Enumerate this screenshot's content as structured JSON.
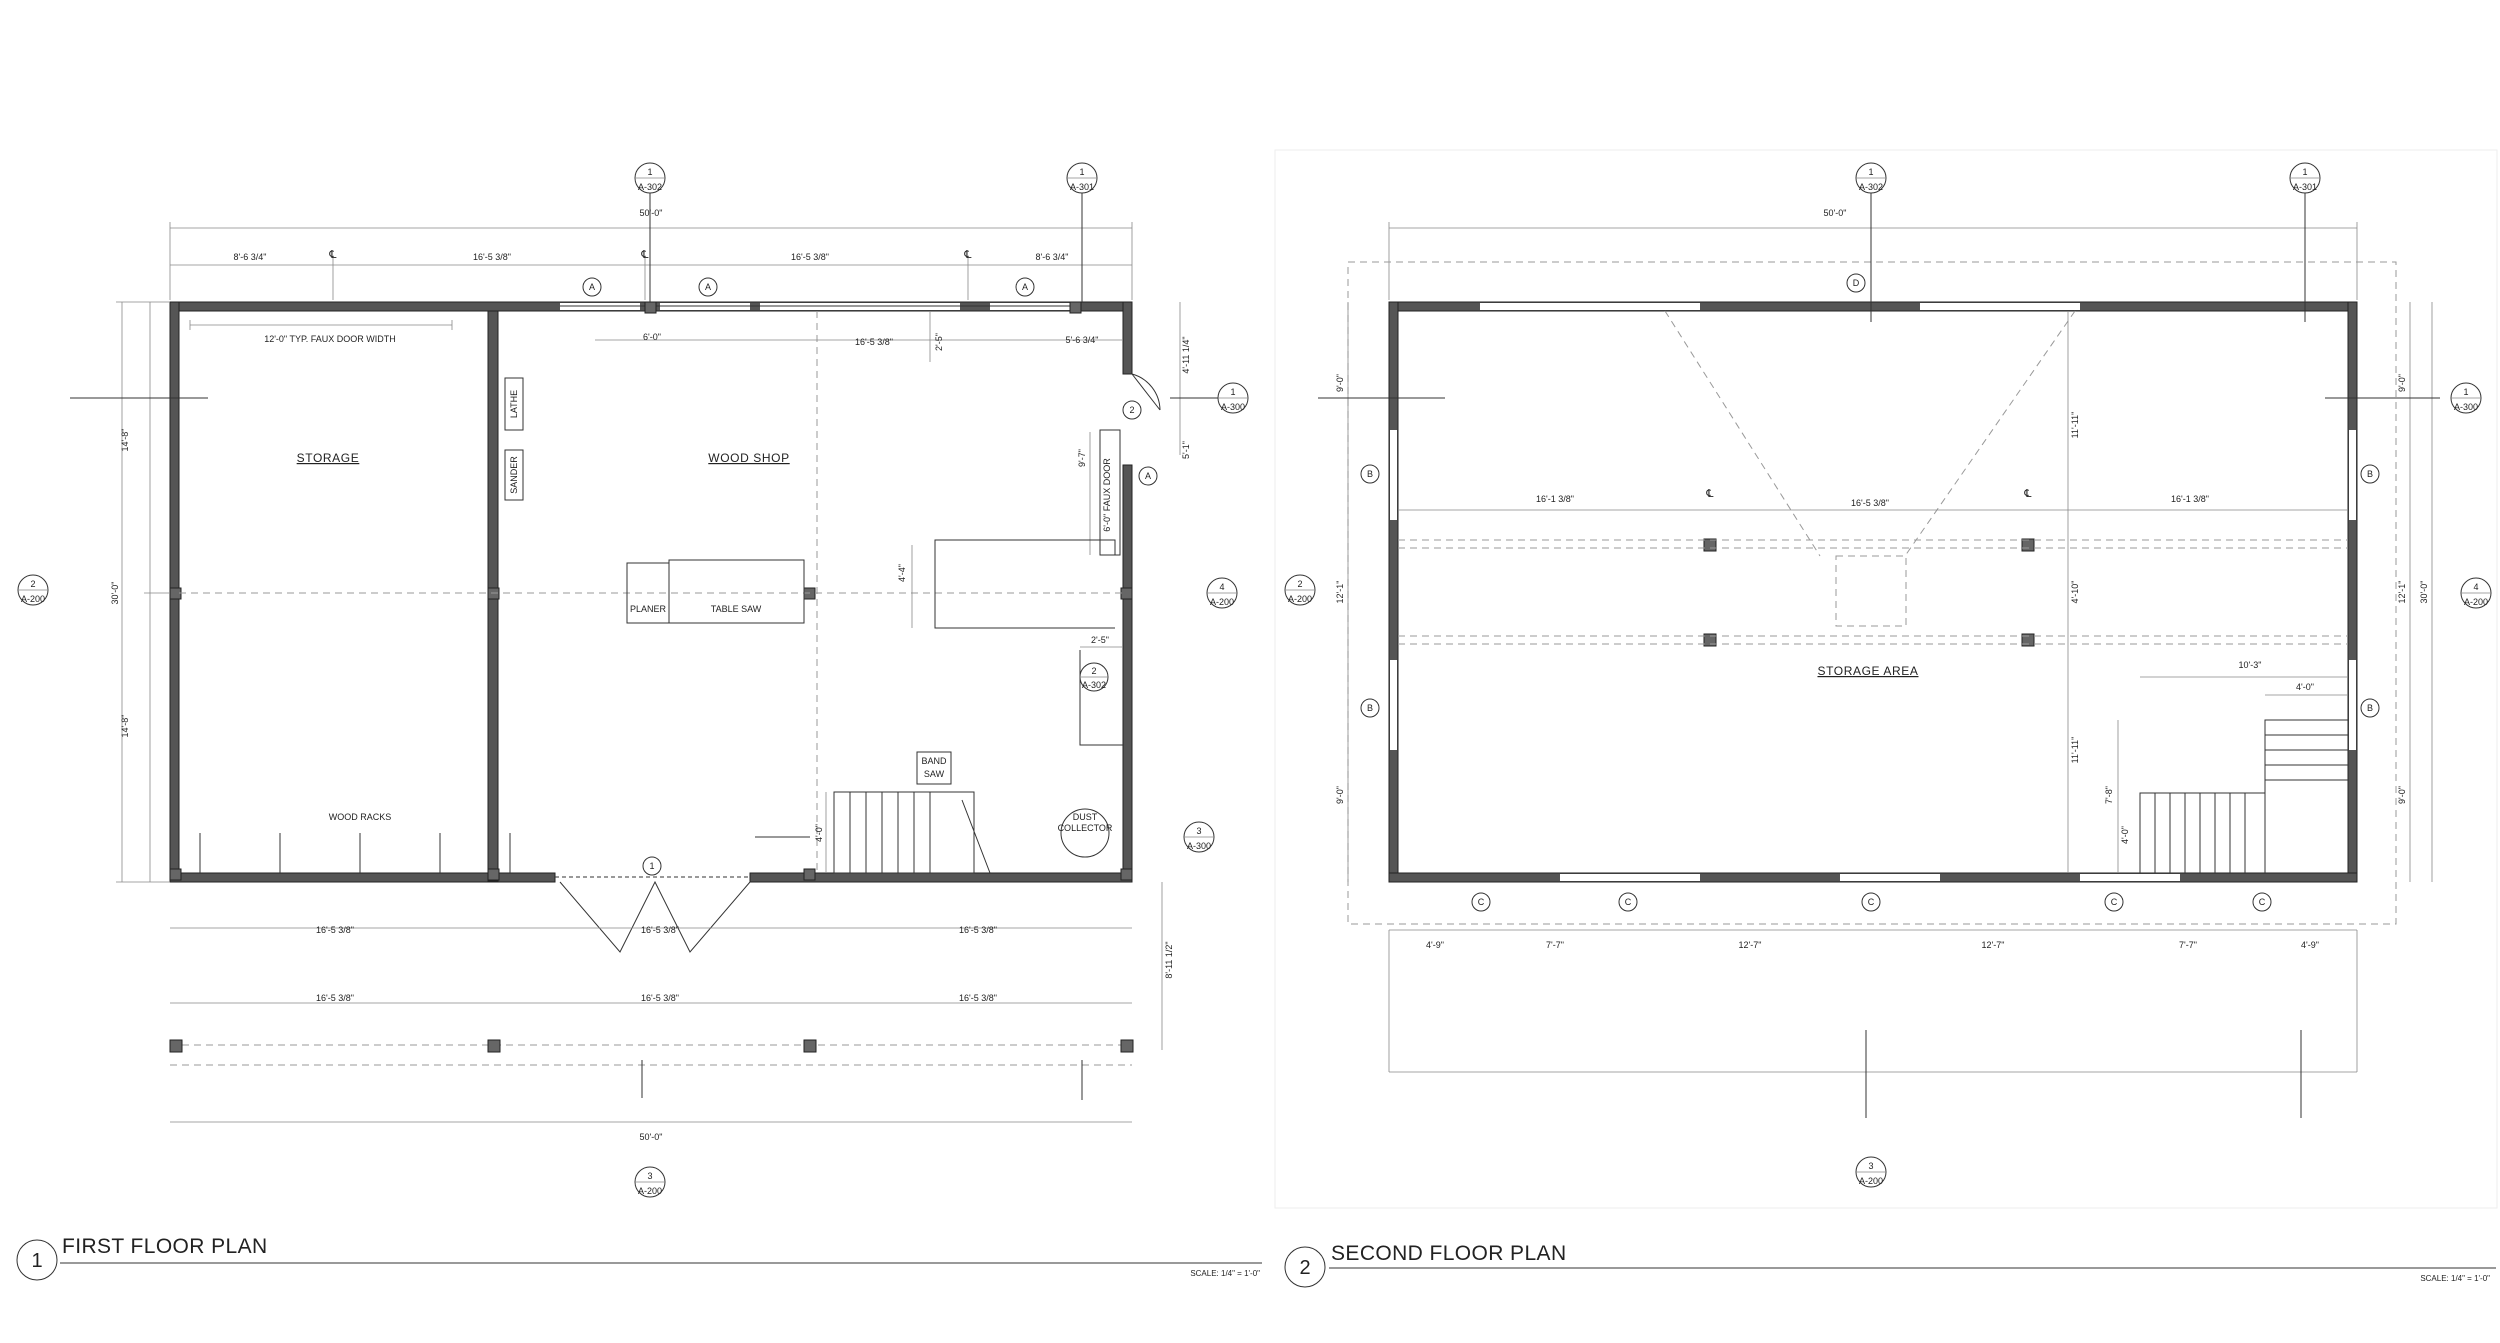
{
  "sheet": {
    "plan1": {
      "number": "1",
      "title": "FIRST FLOOR PLAN",
      "scale": "SCALE: 1/4\" = 1'-0\"",
      "rooms": {
        "storage": "STORAGE",
        "wood_shop": "WOOD SHOP",
        "wood_racks": "WOOD RACKS"
      },
      "equipment": {
        "lathe": "LATHE",
        "sander": "SANDER",
        "planer": "PLANER",
        "table_saw": "TABLE SAW",
        "band_saw_1": "BAND",
        "band_saw_2": "SAW",
        "dust_1": "DUST",
        "dust_2": "COLLECTOR",
        "faux_door": "6'-0\" FAUX DOOR",
        "faux_note": "12'-0\" TYP. FAUX DOOR WIDTH"
      },
      "dims": {
        "overall_top": "50'-0\"",
        "overall_bottom": "50'-0\"",
        "top_a": "8'-6 3/4\"",
        "top_b": "16'-5 3/8\"",
        "top_c": "16'-5 3/8\"",
        "top_d": "8'-6 3/4\"",
        "inner_a": "6'-0\"",
        "inner_b": "16'-5 3/8\"",
        "inner_c": "5'-6 3/4\"",
        "inner_v": "2'-5\"",
        "left_total": "30'-0\"",
        "left_a": "14'-8\"",
        "left_b": "14'-8\"",
        "right_a": "4'-11 1/4\"",
        "right_b": "5'-1\"",
        "right_porch": "8'-11 1/2\"",
        "shop_v1": "9'-7\"",
        "shop_v2": "4'-4\"",
        "shop_h": "2'-5\"",
        "stair_v": "4'-0\"",
        "bot_a": "16'-5 3/8\"",
        "bot_b": "16'-5 3/8\"",
        "bot_c": "16'-5 3/8\"",
        "porch_a": "16'-5 3/8\"",
        "porch_b": "16'-5 3/8\"",
        "porch_c": "16'-5 3/8\""
      },
      "tags": {
        "A": "A",
        "door1": "1",
        "door2": "2",
        "sec_num1": "1",
        "sec_ref1": "A-302",
        "sec_num2": "1",
        "sec_ref2": "A-301",
        "sec_num3": "1",
        "sec_ref3": "A-300",
        "sec_num4": "2",
        "sec_ref4": "A-200",
        "sec_num5": "4",
        "sec_ref5": "A-200",
        "sec_num6": "2",
        "sec_ref6": "A-302",
        "sec_num7": "3",
        "sec_ref7": "A-300",
        "sec_num8": "3",
        "sec_ref8": "A-200"
      },
      "cl": "℄"
    },
    "plan2": {
      "number": "2",
      "title": "SECOND FLOOR PLAN",
      "scale": "SCALE: 1/4\" = 1'-0\"",
      "rooms": {
        "storage_area": "STORAGE AREA"
      },
      "dims": {
        "overall_top": "50'-0\"",
        "mid_a": "16'-1 3/8\"",
        "mid_b": "16'-5 3/8\"",
        "mid_c": "16'-1 3/8\"",
        "left_a": "9'-0\"",
        "left_b": "12'-1\"",
        "left_c": "9'-0\"",
        "right_a": "9'-0\"",
        "right_b": "12'-1\"",
        "right_c": "9'-0\"",
        "right_total": "30'-0\"",
        "hatch_v1": "11'-11\"",
        "hatch_v2": "4'-10\"",
        "hatch_v3": "11'-11\"",
        "stair_h1": "10'-3\"",
        "stair_h2": "4'-0\"",
        "stair_v1": "7'-8\"",
        "stair_v2": "4'-0\"",
        "bot_a": "4'-9\"",
        "bot_b": "7'-7\"",
        "bot_c": "12'-7\"",
        "bot_d": "12'-7\"",
        "bot_e": "7'-7\"",
        "bot_f": "4'-9\""
      },
      "tags": {
        "B": "B",
        "C": "C",
        "D": "D",
        "sec_num1": "1",
        "sec_ref1": "A-302",
        "sec_num2": "1",
        "sec_ref2": "A-301",
        "sec_num3": "1",
        "sec_ref3": "A-300",
        "sec_num4": "2",
        "sec_ref4": "A-200",
        "sec_num5": "4",
        "sec_ref5": "A-200",
        "sec_num8": "3",
        "sec_ref8": "A-200"
      },
      "cl": "℄"
    }
  }
}
